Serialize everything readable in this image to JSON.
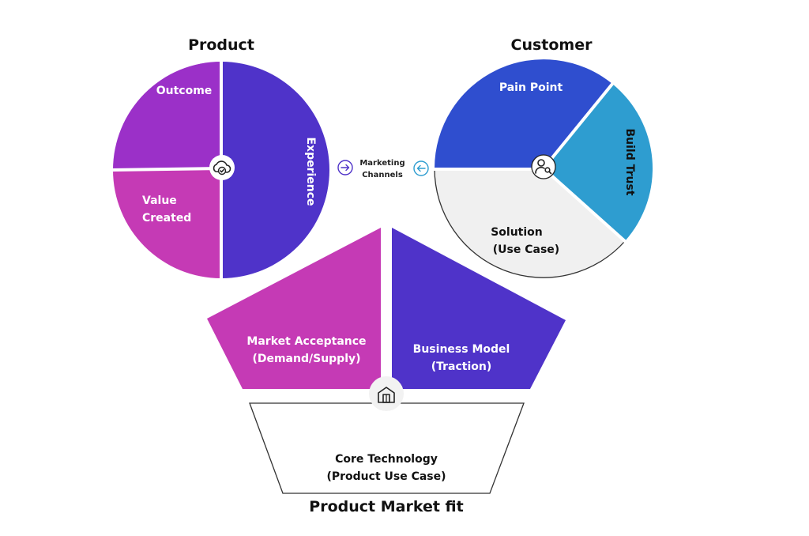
{
  "titles": {
    "product": "Product",
    "customer": "Customer",
    "footer": "Product Market fit"
  },
  "product_circle": {
    "outcome": "Outcome",
    "value_line1": "Value",
    "value_line2": "Created",
    "experience": "Experience",
    "center_icon": "cloud-check-icon"
  },
  "customer_circle": {
    "pain_point": "Pain Point",
    "build_trust": "Build Trust",
    "solution_line1": "Solution",
    "solution_line2": "(Use Case)",
    "center_icon": "user-search-icon"
  },
  "channels": {
    "line1": "Marketing",
    "line2": "Channels",
    "left_icon": "arrow-right-icon",
    "right_icon": "arrow-left-icon"
  },
  "house": {
    "left_line1": "Market Acceptance",
    "left_line2": "(Demand/Supply)",
    "right_line1": "Business Model",
    "right_line2": "(Traction)",
    "base_line1": "Core Technology",
    "base_line2": "(Product Use Case)",
    "center_icon": "building-icon"
  },
  "colors": {
    "purple_light": "#9b30c8",
    "magenta": "#c53ab5",
    "indigo": "#4f33c9",
    "blue": "#2f4ecf",
    "teal": "#2e9dd0",
    "gray": "#f0f0f0"
  }
}
